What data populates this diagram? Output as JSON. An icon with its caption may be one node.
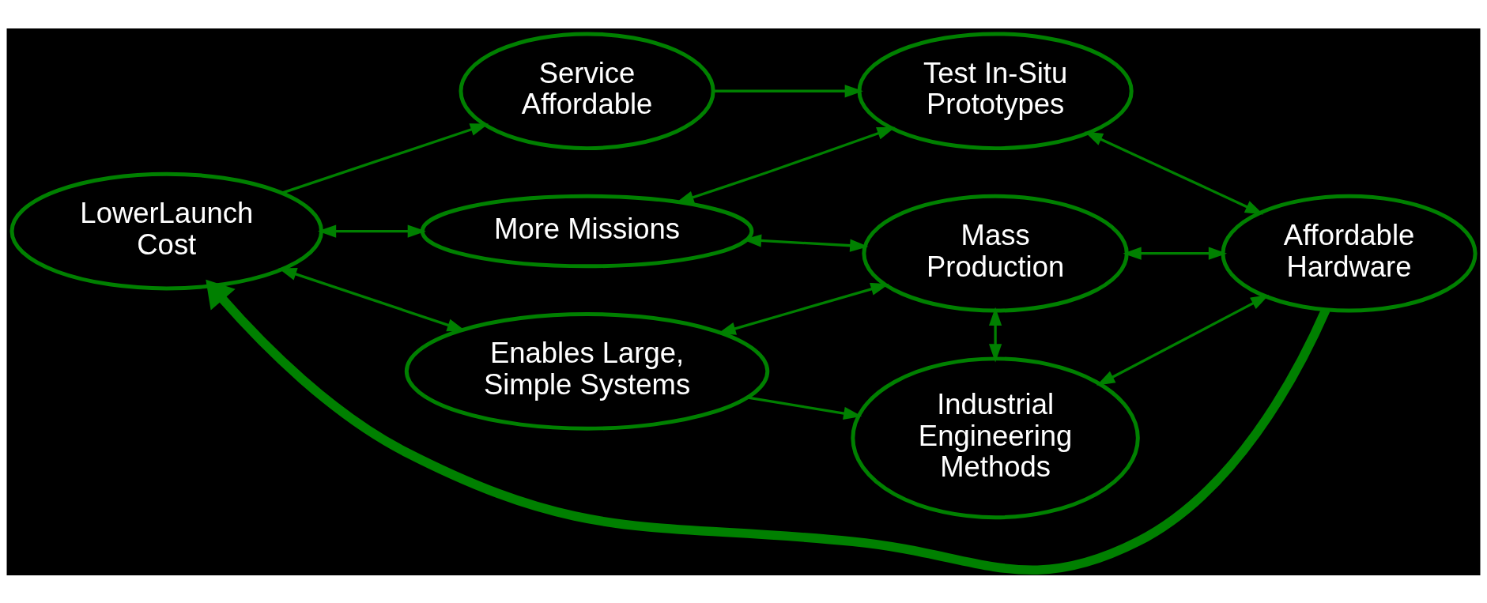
{
  "diagram": {
    "nodes": [
      {
        "text": [
          "LowerLaunch Cost"
        ]
      },
      {
        "text": [
          "Service Affordable"
        ]
      },
      {
        "text": [
          "Test In-Situ Prototypes"
        ]
      },
      {
        "text": [
          "More Missions"
        ]
      },
      {
        "text": [
          "Mass Production"
        ]
      },
      {
        "text": [
          "Affordable Hardware"
        ]
      },
      {
        "text": [
          "Enables Large, Simple Systems"
        ]
      },
      {
        "text": [
          "Industrial Engineering Methods"
        ]
      }
    ],
    "edges": [
      {
        "from": 0,
        "to": 1,
        "arrow": "to"
      },
      {
        "from": 1,
        "to": 2,
        "arrow": "to"
      },
      {
        "from": 0,
        "to": 3,
        "arrow": "both"
      },
      {
        "from": 3,
        "to": 2,
        "arrow": "both"
      },
      {
        "from": 3,
        "to": 4,
        "arrow": "both"
      },
      {
        "from": 4,
        "to": 5,
        "arrow": "both"
      },
      {
        "from": 2,
        "to": 5,
        "arrow": "both"
      },
      {
        "from": 0,
        "to": 6,
        "arrow": "both"
      },
      {
        "from": 6,
        "to": 4,
        "arrow": "both"
      },
      {
        "from": 4,
        "to": 7,
        "arrow": "both"
      },
      {
        "from": 6,
        "to": 7,
        "arrow": "to"
      },
      {
        "from": 7,
        "to": 5,
        "arrow": "both"
      },
      {
        "from": 5,
        "to": 0,
        "arrow": "to",
        "style": "thick"
      }
    ]
  }
}
